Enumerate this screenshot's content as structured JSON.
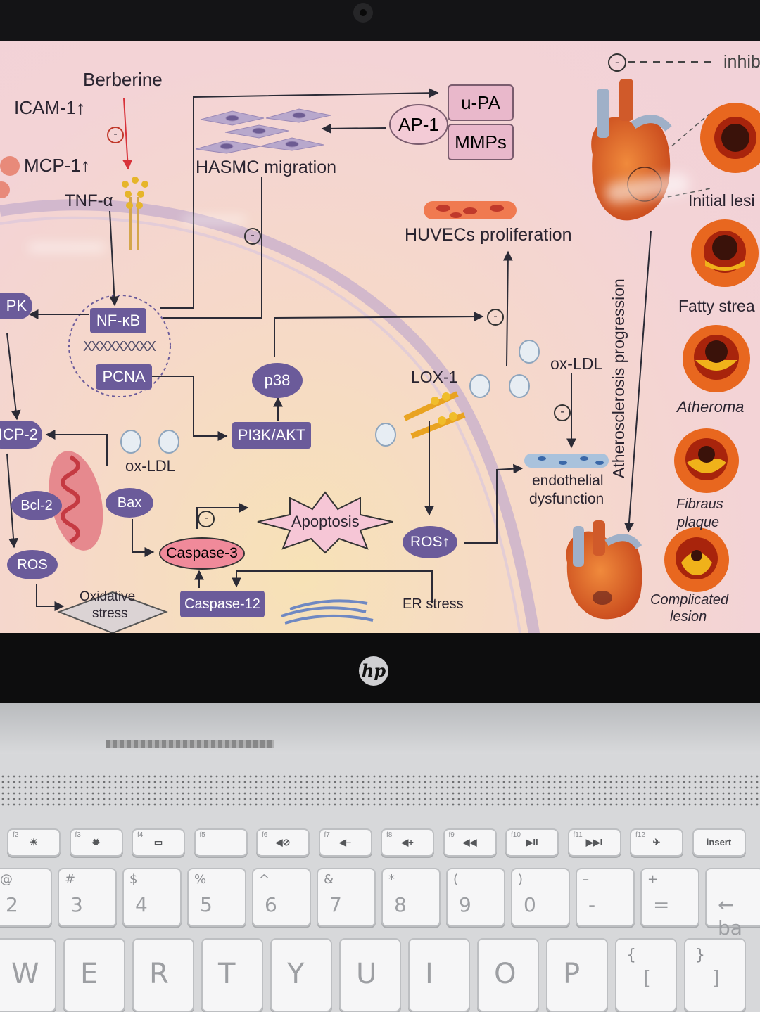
{
  "screen": {
    "top_labels": {
      "inhibit_legend": "inhib",
      "berberine": "Berberine",
      "icam1": "ICAM-1↑",
      "mcp1": "MCP-1↑",
      "tnfa": "TNF-α",
      "hasmc": "HASMC migration",
      "ap1": "AP-1",
      "upa": "u-PA",
      "mmps": "MMPs",
      "huvecs": "HUVECs proliferation"
    },
    "left_labels": {
      "pk": "PK",
      "nfkb": "NF-κB",
      "dna": "XXXXXXXXX",
      "pcna": "PCNA",
      "p38": "p38",
      "pi3k": "PI3K/AKT",
      "mcp2": "ICP-2",
      "oxldl_left": "ox-LDL",
      "bcl2": "Bcl-2",
      "bax": "Bax",
      "apoptosis": "Apoptosis",
      "caspase3": "Caspase-3",
      "caspase12": "Caspase-12",
      "ros_left": "ROS",
      "oxidative": "Oxidative",
      "stress": "stress",
      "er_stress": "ER stress"
    },
    "right_labels": {
      "lox1": "LOX-1",
      "oxldl_right": "ox-LDL",
      "endo1": "endothelial",
      "endo2": "dysfunction",
      "ros_right": "ROS↑",
      "progression": "Atherosclerosis progression"
    },
    "minus_symbol": "-",
    "stages": [
      {
        "label": "Initial lesi"
      },
      {
        "label": "Fatty strea"
      },
      {
        "label": "Atheroma"
      },
      {
        "label": "Fibraus"
      },
      {
        "label": "plaque"
      },
      {
        "label": "Complicated"
      },
      {
        "label": "lesion"
      }
    ]
  },
  "laptop": {
    "brand": "hp",
    "fn_row": [
      {
        "fn": "f2",
        "icon": "☀"
      },
      {
        "fn": "f3",
        "icon": "✹"
      },
      {
        "fn": "f4",
        "icon": "▭"
      },
      {
        "fn": "f5",
        "icon": ""
      },
      {
        "fn": "f6",
        "icon": "◀⊘"
      },
      {
        "fn": "f7",
        "icon": "◀–"
      },
      {
        "fn": "f8",
        "icon": "◀+"
      },
      {
        "fn": "f9",
        "icon": "◀◀"
      },
      {
        "fn": "f10",
        "icon": "▶II"
      },
      {
        "fn": "f11",
        "icon": "▶▶I"
      },
      {
        "fn": "f12",
        "icon": "✈"
      },
      {
        "fn": "",
        "icon": "insert"
      }
    ],
    "num_row": [
      {
        "sub": "@",
        "main": "2"
      },
      {
        "sub": "#",
        "main": "3"
      },
      {
        "sub": "$",
        "main": "4"
      },
      {
        "sub": "%",
        "main": "5"
      },
      {
        "sub": "^",
        "main": "6"
      },
      {
        "sub": "&",
        "main": "7"
      },
      {
        "sub": "*",
        "main": "8"
      },
      {
        "sub": "(",
        "main": "9"
      },
      {
        "sub": ")",
        "main": "0"
      },
      {
        "sub": "–",
        "main": "-"
      },
      {
        "sub": "+",
        "main": "="
      },
      {
        "sub": "",
        "main": "← ba"
      }
    ],
    "letter_row": [
      {
        "sub": "",
        "main": "W"
      },
      {
        "sub": "",
        "main": "E"
      },
      {
        "sub": "",
        "main": "R"
      },
      {
        "sub": "",
        "main": "T"
      },
      {
        "sub": "",
        "main": "Y"
      },
      {
        "sub": "",
        "main": "U"
      },
      {
        "sub": "",
        "main": "I"
      },
      {
        "sub": "",
        "main": "O"
      },
      {
        "sub": "",
        "main": "P"
      },
      {
        "sub": "{",
        "main": "["
      },
      {
        "sub": "}",
        "main": "]"
      }
    ]
  }
}
